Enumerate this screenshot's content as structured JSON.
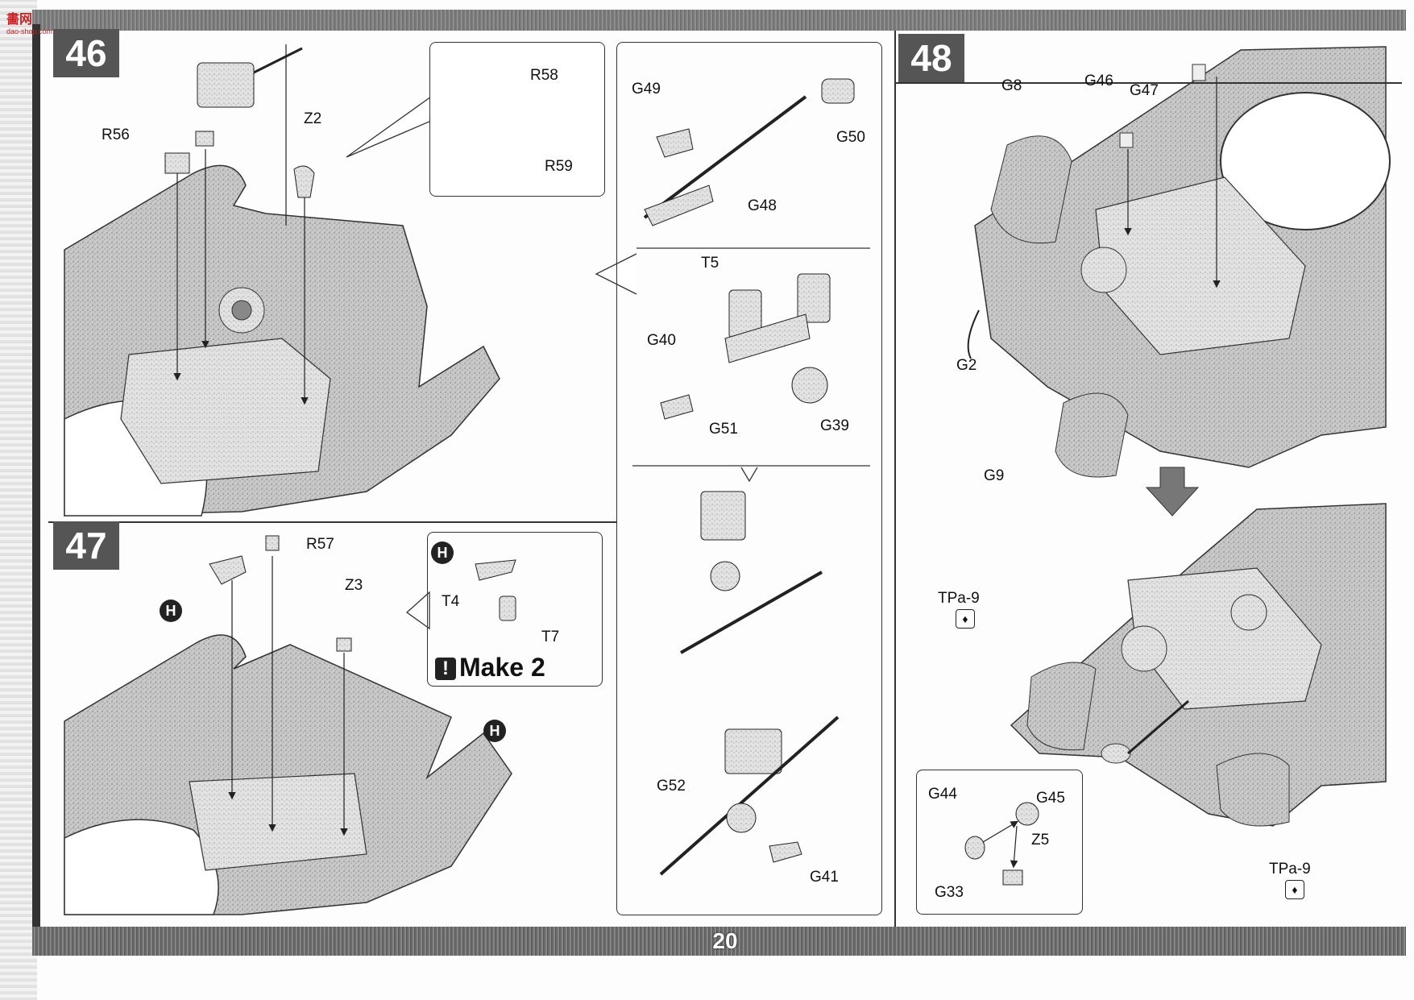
{
  "watermark": {
    "line1": "畵网",
    "line2": "dao-shop.com"
  },
  "page_number": "20",
  "steps": [
    {
      "number": "46"
    },
    {
      "number": "47"
    },
    {
      "number": "48"
    }
  ],
  "step46": {
    "labels": {
      "r56": "R56",
      "z2": "Z2",
      "r58": "R58",
      "r59": "R59"
    }
  },
  "gun_panel": {
    "labels": {
      "g49": "G49",
      "g50": "G50",
      "g48": "G48",
      "t5": "T5",
      "g40": "G40",
      "g51": "G51",
      "g39": "G39",
      "g52": "G52",
      "g41": "G41"
    }
  },
  "step47": {
    "labels": {
      "r57": "R57",
      "z3": "Z3",
      "t4": "T4",
      "t7": "T7",
      "h": "H"
    },
    "make_note": "Make 2"
  },
  "step48": {
    "labels": {
      "g8": "G8",
      "g46": "G46",
      "g47": "G47",
      "g2": "G2",
      "g9": "G9",
      "tpa9_top": "TPa-9",
      "tpa9_bottom": "TPa-9",
      "g44": "G44",
      "g45": "G45",
      "z5": "Z5",
      "g33": "G33"
    }
  },
  "icons": [
    "h-marker-icon",
    "warning-icon",
    "paint-icon",
    "arrow-down-icon"
  ]
}
